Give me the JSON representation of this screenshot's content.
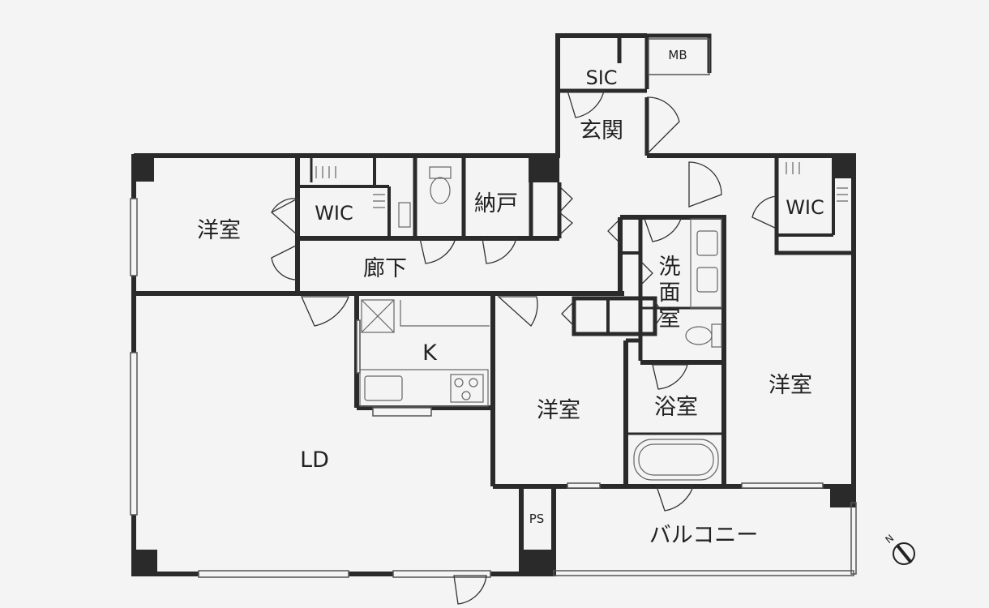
{
  "rooms": {
    "western_room_left": "洋室",
    "wic_left": "WIC",
    "storage": "納戸",
    "hallway": "廊下",
    "sic": "SIC",
    "mb": "MB",
    "entrance": "玄関",
    "washroom_1": "洗",
    "washroom_2": "面",
    "washroom_3": "室",
    "wic_right": "WIC",
    "western_room_right": "洋室",
    "kitchen": "K",
    "western_room_center": "洋室",
    "bathroom": "浴室",
    "living_dining": "LD",
    "pipe_space": "PS",
    "balcony": "バルコニー"
  },
  "compass": {
    "label": "N"
  },
  "colors": {
    "wall": "#2a2a2a",
    "background": "#f4f4f4",
    "fixture": "#666666"
  }
}
